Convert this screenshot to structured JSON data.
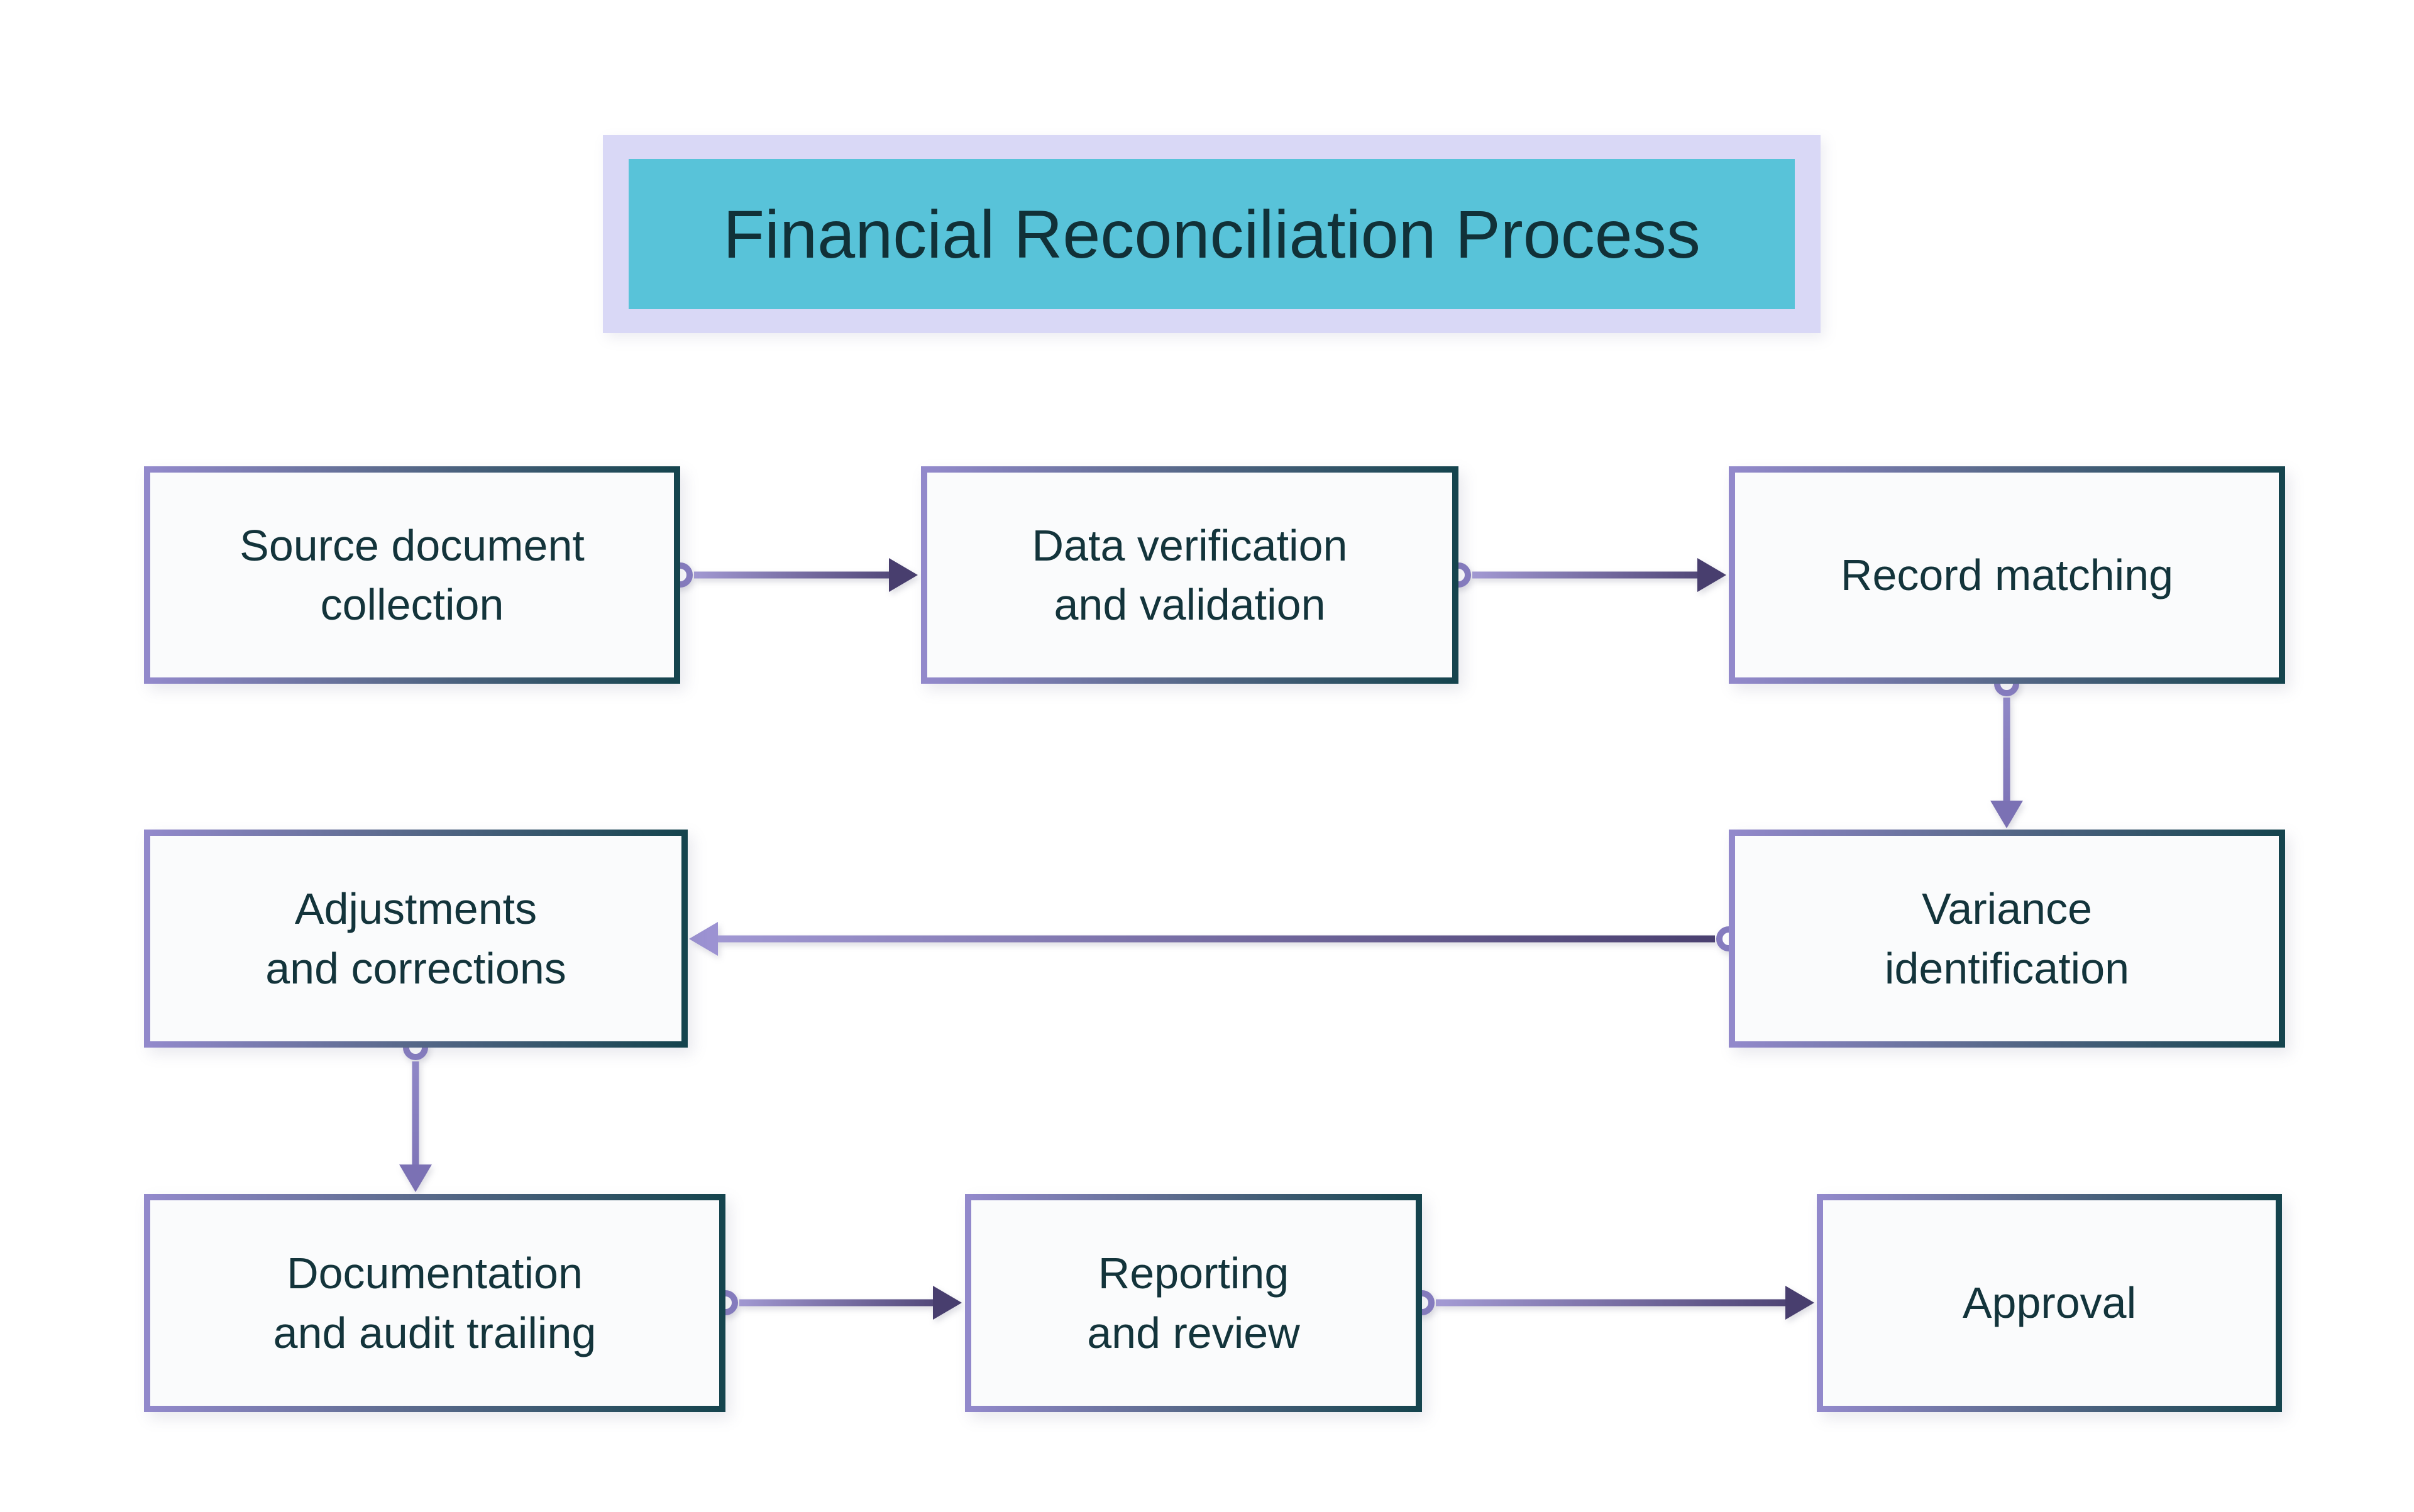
{
  "diagram": {
    "title": "Financial Reconciliation Process",
    "nodes": [
      {
        "id": "source",
        "label": "Source document\ncollection"
      },
      {
        "id": "verify",
        "label": "Data verification\nand validation"
      },
      {
        "id": "match",
        "label": "Record matching"
      },
      {
        "id": "variance",
        "label": "Variance\nidentification"
      },
      {
        "id": "adjust",
        "label": "Adjustments\nand corrections"
      },
      {
        "id": "document",
        "label": "Documentation\nand audit trailing"
      },
      {
        "id": "report",
        "label": "Reporting\nand review"
      },
      {
        "id": "approve",
        "label": "Approval"
      }
    ],
    "edges": [
      {
        "from": "source",
        "to": "verify"
      },
      {
        "from": "verify",
        "to": "match"
      },
      {
        "from": "match",
        "to": "variance"
      },
      {
        "from": "variance",
        "to": "adjust"
      },
      {
        "from": "adjust",
        "to": "document"
      },
      {
        "from": "document",
        "to": "report"
      },
      {
        "from": "report",
        "to": "approve"
      }
    ],
    "colors": {
      "background": "#ffffff",
      "title_fill": "#58c3d9",
      "title_border": "#d9d8f6",
      "title_text": "#113138",
      "node_fill": "#fafbfc",
      "node_border_start": "#9289cb",
      "node_border_end": "#15444e",
      "node_text": "#13343b",
      "arrow_light": "#a79ed8",
      "arrow_dark": "#483e6e",
      "arrow_vertical": "#7b71b4",
      "connector_ring": "#867cc0"
    }
  }
}
